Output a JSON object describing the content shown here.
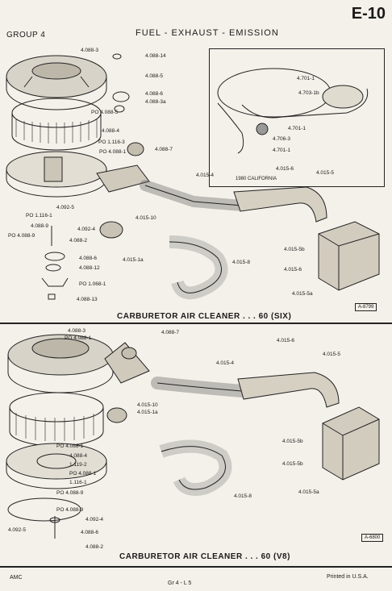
{
  "header": {
    "page_code": "E-10",
    "group": "GROUP 4",
    "title": "FUEL - EXHAUST - EMISSION"
  },
  "section1": {
    "caption": "CARBURETOR AIR CLEANER . . . 60 (SIX)",
    "ref": "A-8799",
    "inset_note": "1980 CALIFORNIA",
    "labels": [
      {
        "id": "a1",
        "text": "4.088-3"
      },
      {
        "id": "a2",
        "text": "4.088-14"
      },
      {
        "id": "a3",
        "text": "4.088-5"
      },
      {
        "id": "a4",
        "text": "4.088-6"
      },
      {
        "id": "a5",
        "text": "4.088-3a"
      },
      {
        "id": "a6",
        "text": "PO 4.088-5"
      },
      {
        "id": "a7",
        "text": "4.088-4"
      },
      {
        "id": "a8",
        "text": "PO 1.116-3"
      },
      {
        "id": "a9",
        "text": "PO 4.088-1"
      },
      {
        "id": "a10",
        "text": "4.088-7"
      },
      {
        "id": "a11",
        "text": "4.092-5"
      },
      {
        "id": "a12",
        "text": "PO 1.116-1"
      },
      {
        "id": "a13",
        "text": "4.088-9"
      },
      {
        "id": "a14",
        "text": "PO 4.088-9"
      },
      {
        "id": "a15",
        "text": "4.088-2"
      },
      {
        "id": "a16",
        "text": "4.092-4"
      },
      {
        "id": "a17",
        "text": "4.015-10"
      },
      {
        "id": "a18",
        "text": "4.015-1a"
      },
      {
        "id": "a19",
        "text": "4.088-6"
      },
      {
        "id": "a20",
        "text": "4.088-12"
      },
      {
        "id": "a21",
        "text": "PO 1.068-1"
      },
      {
        "id": "a22",
        "text": "4.088-13"
      },
      {
        "id": "a23",
        "text": "4.015-4"
      },
      {
        "id": "a24",
        "text": "4.015-6"
      },
      {
        "id": "a25",
        "text": "4.015-5"
      },
      {
        "id": "a26",
        "text": "4.015-5b"
      },
      {
        "id": "a27",
        "text": "4.015-6"
      },
      {
        "id": "a28",
        "text": "4.015-5a"
      },
      {
        "id": "a29",
        "text": "4.015-8"
      },
      {
        "id": "a30",
        "text": "4.701-1"
      },
      {
        "id": "a31",
        "text": "4.703-1b"
      },
      {
        "id": "a32",
        "text": "4.701-1"
      },
      {
        "id": "a33",
        "text": "4.706-3"
      },
      {
        "id": "a34",
        "text": "4.701-1"
      }
    ]
  },
  "section2": {
    "caption": "CARBURETOR  AIR CLEANER . . . 60 (V8)",
    "ref": "A-6800",
    "labels": [
      {
        "id": "b1",
        "text": "4.088-3"
      },
      {
        "id": "b2",
        "text": "PO 4.088-1"
      },
      {
        "id": "b3",
        "text": "4.088-7"
      },
      {
        "id": "b4",
        "text": "4.015-6"
      },
      {
        "id": "b5",
        "text": "4.015-5"
      },
      {
        "id": "b6",
        "text": "4.015-4"
      },
      {
        "id": "b7",
        "text": "4.015-10"
      },
      {
        "id": "b8",
        "text": "4.015-1a"
      },
      {
        "id": "b9",
        "text": "PO 4.088-1"
      },
      {
        "id": "b10",
        "text": "4.088-4"
      },
      {
        "id": "b11",
        "text": "1.119-2"
      },
      {
        "id": "b12",
        "text": "PO 4.088-1"
      },
      {
        "id": "b13",
        "text": "1.116-1"
      },
      {
        "id": "b14",
        "text": "PO 4.088-9"
      },
      {
        "id": "b15",
        "text": "PO 4.088-9"
      },
      {
        "id": "b16",
        "text": "4.015-5b"
      },
      {
        "id": "b17",
        "text": "4.015-5b"
      },
      {
        "id": "b18",
        "text": "4.015-5a"
      },
      {
        "id": "b19",
        "text": "4.015-8"
      },
      {
        "id": "b20",
        "text": "4.092-4"
      },
      {
        "id": "b21",
        "text": "4.092-5"
      },
      {
        "id": "b22",
        "text": "4.088-6"
      },
      {
        "id": "b23",
        "text": "4.088-2"
      }
    ]
  },
  "footer": {
    "left": "AMC",
    "center": "Gr 4 - L 5",
    "right": "Printed in U.S.A."
  }
}
